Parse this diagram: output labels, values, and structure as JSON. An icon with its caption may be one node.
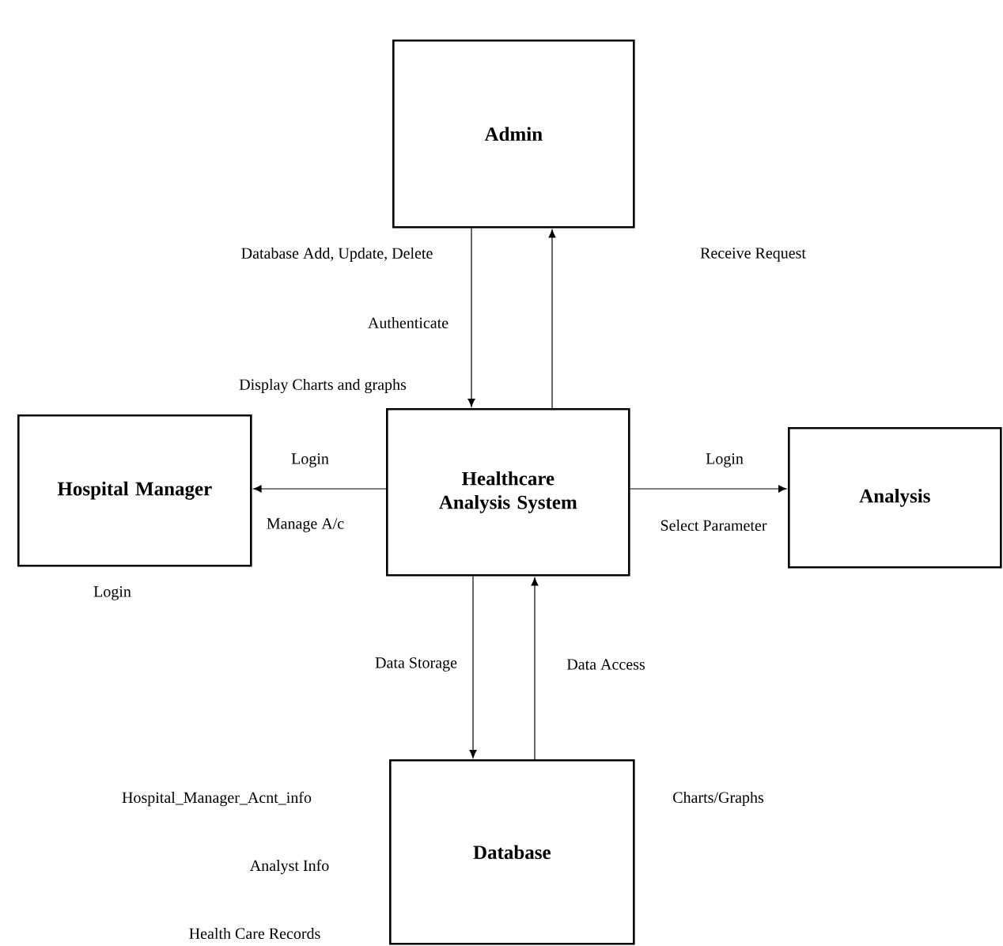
{
  "diagram": {
    "nodes": [
      {
        "text": [
          "Admin"
        ]
      },
      {
        "text": [
          "Hospital Manager"
        ]
      },
      {
        "text": [
          "Healthcare Analysis System"
        ]
      },
      {
        "text": [
          "Analysis"
        ]
      },
      {
        "text": [
          "Database"
        ]
      }
    ],
    "edges": [
      {
        "from": 0,
        "to": 2,
        "arrow": "to"
      },
      {
        "from": 2,
        "to": 0,
        "arrow": "to"
      },
      {
        "from": 2,
        "to": 1,
        "arrow": "to"
      },
      {
        "from": 2,
        "to": 3,
        "arrow": "to"
      },
      {
        "from": 2,
        "to": 4,
        "arrow": "to"
      },
      {
        "from": 4,
        "to": 2,
        "arrow": "to"
      }
    ],
    "labels": [
      "Database Add, Update, Delete",
      "Receive Request",
      "Authenticate",
      "Display Charts and graphs",
      "Login",
      "Login",
      "Manage A/c",
      "Select Parameter",
      "Login",
      "Data Storage",
      "Data Access",
      "Hospital_Manager_Acnt_info",
      "Charts/Graphs",
      "Analyst Info",
      "Health Care Records"
    ]
  }
}
